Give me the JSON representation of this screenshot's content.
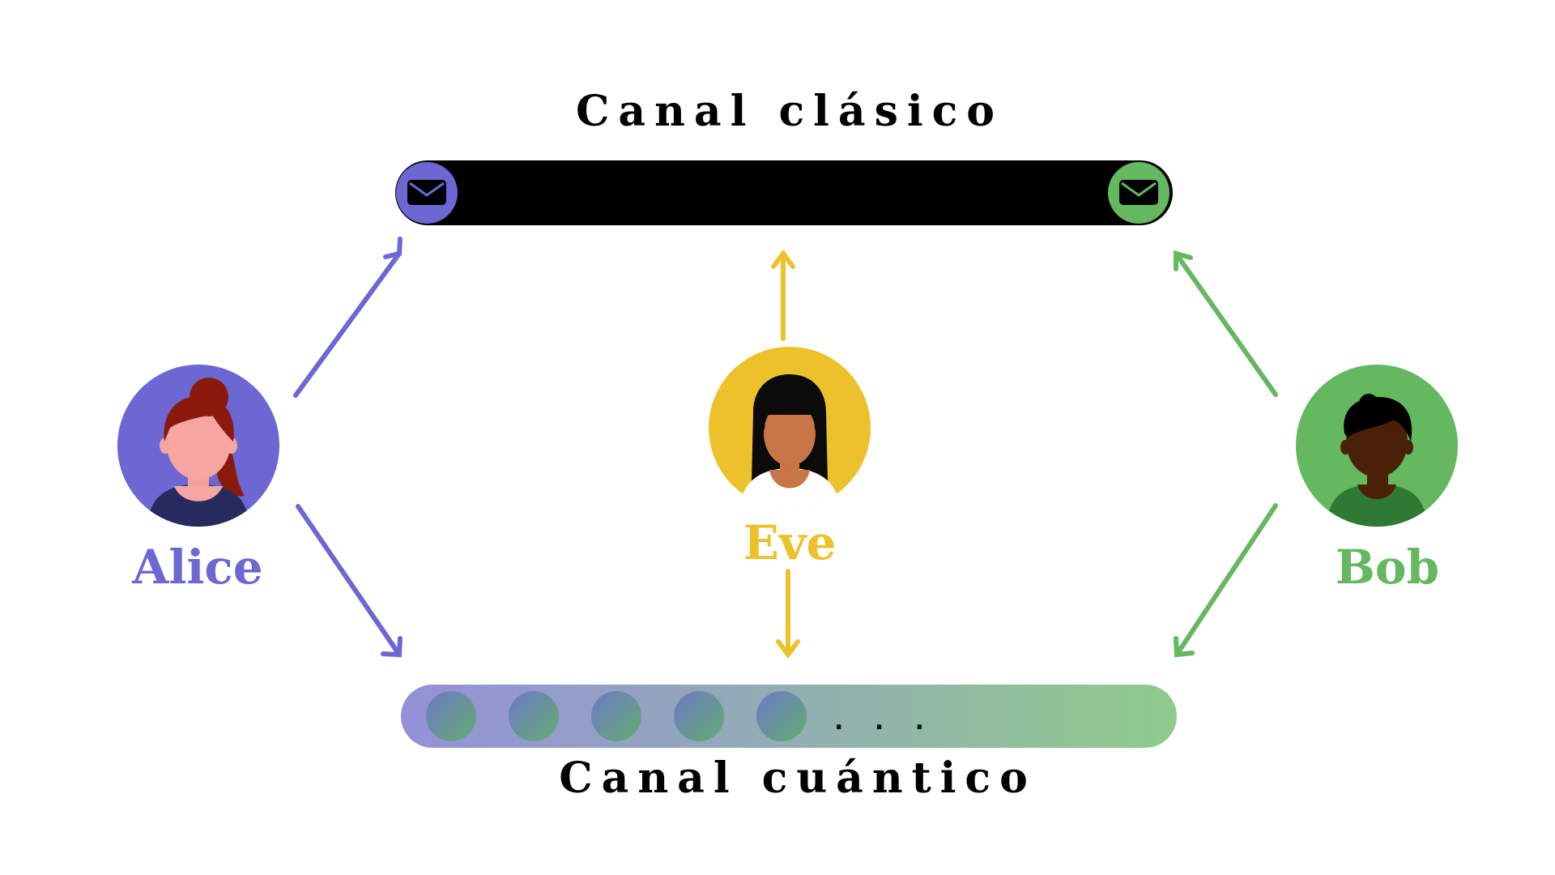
{
  "classical_channel": {
    "label": "Canal clásico"
  },
  "quantum_channel": {
    "label": "Canal cuántico",
    "ellipsis": ". . ."
  },
  "people": {
    "alice": {
      "name": "Alice"
    },
    "eve": {
      "name": "Eve"
    },
    "bob": {
      "name": "Bob"
    }
  },
  "colors": {
    "alice": "#6c67d3",
    "eve": "#edc12b",
    "bob": "#64b860",
    "classical_bar": "#000000",
    "quantum_gradient_start": "#9590d9",
    "quantum_gradient_end": "#8fcb8c"
  },
  "icons": {
    "alice_message": "envelope-icon",
    "bob_message": "envelope-icon"
  }
}
